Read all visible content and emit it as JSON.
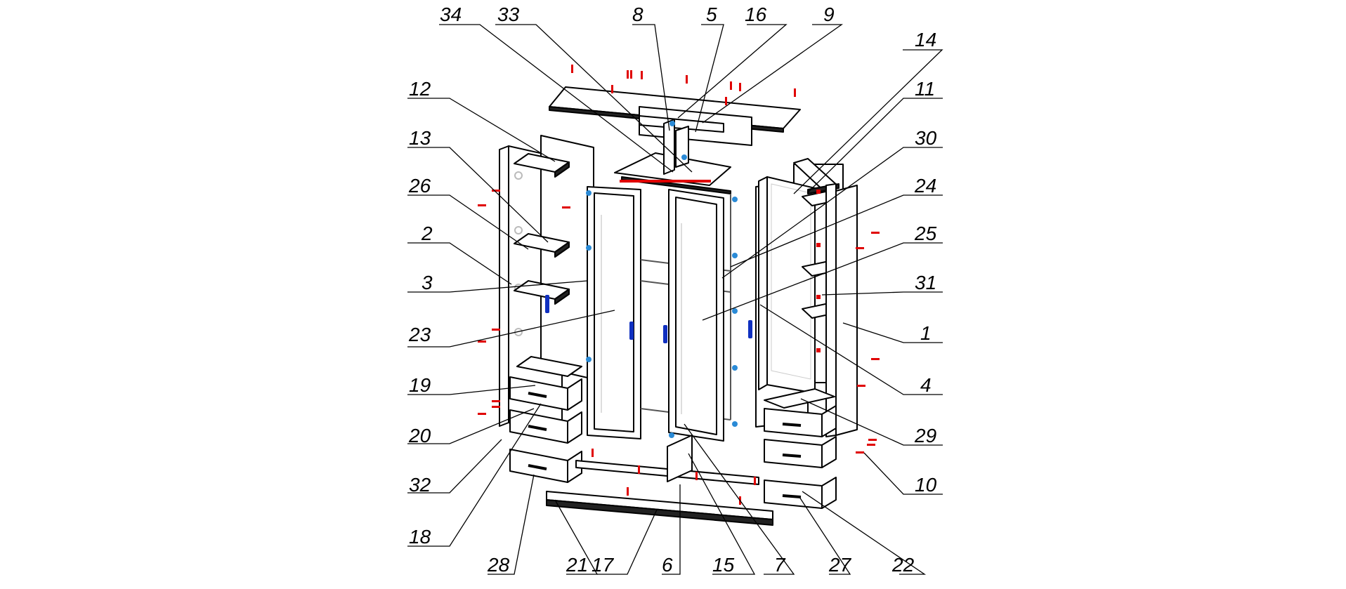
{
  "diagram": {
    "labels": {
      "l34": "34",
      "l33": "33",
      "l8": "8",
      "l5": "5",
      "l16": "16",
      "l9": "9",
      "l14": "14",
      "l12": "12",
      "l11": "11",
      "l13": "13",
      "l30": "30",
      "l26": "26",
      "l24": "24",
      "l2": "2",
      "l25": "25",
      "l3": "3",
      "l31": "31",
      "l23": "23",
      "l1": "1",
      "l19": "19",
      "l4": "4",
      "l20": "20",
      "l29": "29",
      "l32": "32",
      "l10": "10",
      "l18": "18",
      "l28": "28",
      "l21": "21",
      "l17": "17",
      "l6": "6",
      "l15": "15",
      "l7": "7",
      "l27": "27",
      "l22": "22"
    },
    "colors": {
      "line": "#000000",
      "fitting_red": "#e00000",
      "fitting_blue": "#1a5fd6",
      "hinge_blue": "#2a8ad6",
      "handle_blue": "#1030c0"
    }
  }
}
